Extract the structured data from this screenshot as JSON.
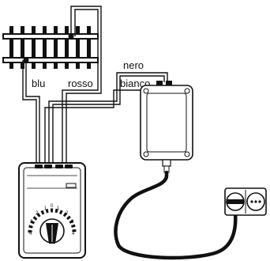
{
  "labels": {
    "blu": "blu",
    "rosso": "rosso",
    "nero": "nero",
    "bianco": "bianco"
  },
  "controller": {
    "dial_left": [
      "1",
      "2",
      "3",
      "4"
    ],
    "dial_right": [
      "1",
      "2",
      "3",
      "4"
    ],
    "dial_top": "0"
  },
  "colors": {
    "line": "#111111",
    "background": "#ffffff"
  }
}
